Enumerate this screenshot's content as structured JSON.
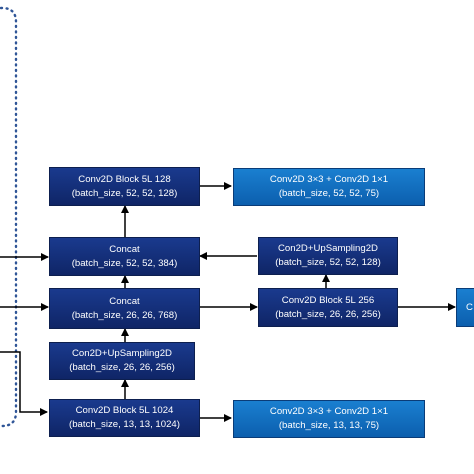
{
  "colors": {
    "dark_box": "#12307a",
    "light_box": "#1572c4",
    "arrow": "#000000",
    "dotted_border": "#2f5597"
  },
  "blocks": {
    "conv_block_128": {
      "line1": "Conv2D Block 5L  128",
      "line2": "(batch_size, 52, 52, 128)"
    },
    "output_52": {
      "line1": "Conv2D  3×3 + Conv2D  1×1",
      "line2": "(batch_size, 52, 52, 75)"
    },
    "concat_52": {
      "line1": "Concat",
      "line2": "(batch_size, 52, 52, 384)"
    },
    "upsample_52": {
      "line1": "Con2D+UpSampling2D",
      "line2": "(batch_size, 52, 52, 128)"
    },
    "concat_26": {
      "line1": "Concat",
      "line2": "(batch_size, 26, 26, 768)"
    },
    "conv_block_256": {
      "line1": "Conv2D Block 5L  256",
      "line2": "(batch_size, 26, 26, 256)"
    },
    "output_26_partial": {
      "line1": "C"
    },
    "upsample_26": {
      "line1": "Con2D+UpSampling2D",
      "line2": "(batch_size, 26, 26, 256)"
    },
    "conv_block_1024": {
      "line1": "Conv2D Block 5L  1024",
      "line2": "(batch_size, 13, 13, 1024)"
    },
    "output_13": {
      "line1": "Conv2D  3×3 + Conv2D  1×1",
      "line2": "(batch_size, 13, 13, 75)"
    }
  }
}
